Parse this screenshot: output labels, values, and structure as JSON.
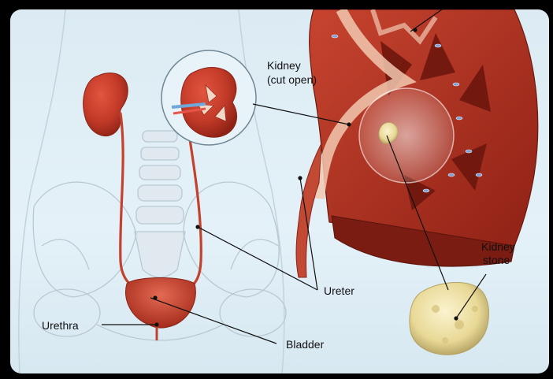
{
  "labels": {
    "kidney_cut_line1": "Kidney",
    "kidney_cut_line2": "(cut open)",
    "ureter": "Ureter",
    "urethra": "Urethra",
    "bladder": "Bladder",
    "kidney_stone_line1": "Kidney",
    "kidney_stone_line2": "stone"
  },
  "colors": {
    "background": "#dcebf3",
    "kidney": "#c0392b",
    "kidney_dark": "#7a1c12",
    "skeleton_outline": "#b9c9d2",
    "stone": "#efe1a6",
    "pointer_line": "#111111"
  }
}
